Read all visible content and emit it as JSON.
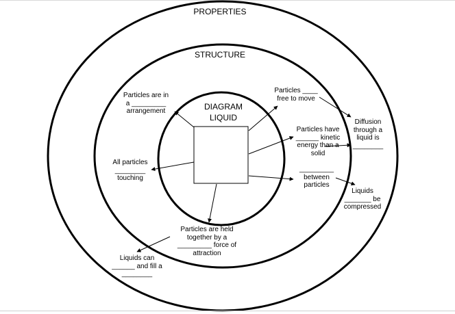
{
  "headings": {
    "properties": "PROPERTIES",
    "structure": "STRUCTURE",
    "diagram": "DIAGRAM\nLIQUID"
  },
  "labels": {
    "arrangement": "Particles are in\na _________\narrangement",
    "touching": "All particles\n________\ntouching",
    "free_to_move": "Particles ____\nfree to move",
    "kinetic_energy": "Particles have\n______ kinetic\nenergy than a\nsolid",
    "between": "_________\nbetween\nparticles",
    "held_together": "Particles are held\ntogether by a\n_________ force of\nattraction",
    "diffusion": "Diffusion\nthrough a\nliquid is\n________",
    "compressed": "Liquids\n_______ be\ncompressed",
    "fill": "Liquids can\n______ and fill a\n________"
  },
  "colors": {
    "line": "#000000",
    "background": "#ffffff"
  }
}
